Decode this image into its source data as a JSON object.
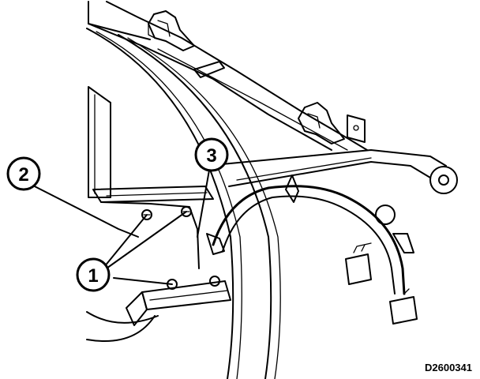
{
  "callouts": {
    "c1": "1",
    "c2": "2",
    "c3": "3"
  },
  "figure_ref": "D2600341",
  "colors": {
    "line": "#000000",
    "background": "#ffffff"
  }
}
